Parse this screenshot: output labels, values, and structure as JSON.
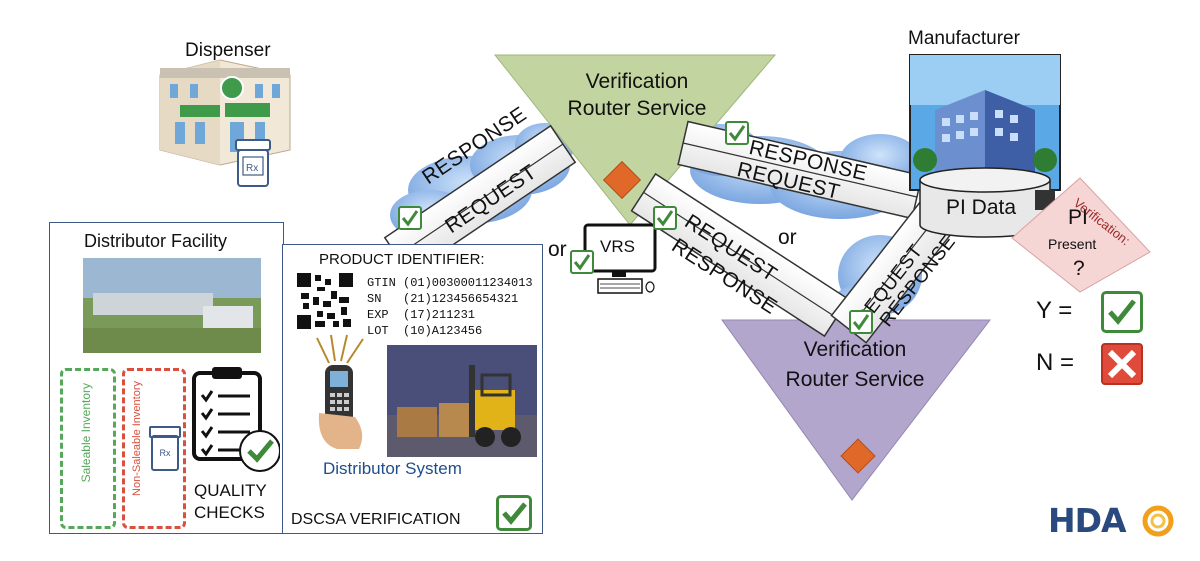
{
  "dispenser": {
    "label": "Dispenser",
    "sign": "pharmacy"
  },
  "manufacturer": {
    "label": "Manufacturer",
    "db_label": "PI Data"
  },
  "vrs_top": {
    "line1": "Verification",
    "line2": "Router Service"
  },
  "vrs_bottom": {
    "line1": "Verification",
    "line2": "Router Service"
  },
  "vrs_computer": {
    "label": "VRS",
    "or_left": "or",
    "or_mid": "or"
  },
  "arrows": {
    "request": "REQUEST",
    "response": "RESPONSE"
  },
  "distributor": {
    "facility_label": "Distributor Facility",
    "saleable": "Saleable Inventory",
    "non_saleable": "Non-Saleable Inventory",
    "quality_line1": "QUALITY",
    "quality_line2": "CHECKS",
    "rx": "Rx"
  },
  "product_identifier": {
    "title": "PRODUCT IDENTIFIER:",
    "rows": [
      {
        "key": "GTIN",
        "value": "(01)00300011234013"
      },
      {
        "key": "SN",
        "value": "(21)123456654321"
      },
      {
        "key": "EXP",
        "value": "(17)211231"
      },
      {
        "key": "LOT",
        "value": "(10)A123456"
      }
    ],
    "system_label": "Distributor System",
    "dscsa": "DSCSA VERIFICATION"
  },
  "verification": {
    "pi_line1": "PI",
    "pi_line2": "Present",
    "pi_line3": "?",
    "tag": "Verification:",
    "yes_label": "Y =",
    "no_label": "N ="
  },
  "logo": {
    "text": "HDA"
  },
  "colors": {
    "vrs_top": "#c2d5a0",
    "vrs_bottom": "#b3a6cc",
    "diamond": "#e0692a",
    "check_green": "#3f8a3a",
    "x_red": "#e04a3a",
    "cloud_blue": "#8cb6ea",
    "logo_navy": "#2a4a7f",
    "logo_orange": "#f2a01c"
  }
}
